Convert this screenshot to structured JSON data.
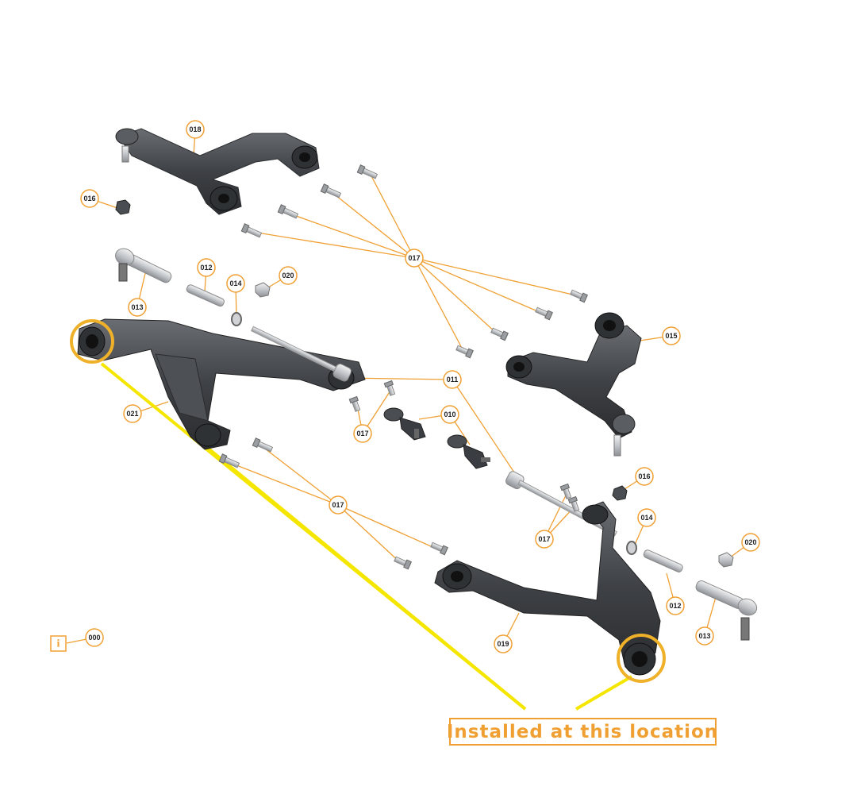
{
  "diagram": {
    "accent_color": "#F0A033",
    "highlight_color": "#F5E600",
    "part_color": "#3f4246",
    "bolt_color": "#b9bcc0",
    "info_icon_glyph": "i",
    "callouts": {
      "c000": "000",
      "c010": "010",
      "c011": "011",
      "c012a": "012",
      "c012b": "012",
      "c013a": "013",
      "c013b": "013",
      "c014a": "014",
      "c014b": "014",
      "c015": "015",
      "c016a": "016",
      "c016b": "016",
      "c017a": "017",
      "c017b": "017",
      "c017c": "017",
      "c017d": "017",
      "c018": "018",
      "c019": "019",
      "c020a": "020",
      "c020b": "020",
      "c021": "021"
    },
    "banner_text": "Installed at this location"
  }
}
